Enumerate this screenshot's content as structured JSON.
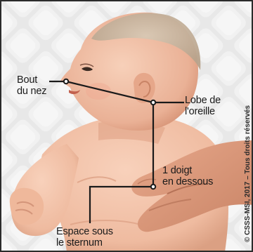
{
  "labels": {
    "nose": [
      "Bout",
      "du nez"
    ],
    "earlobe": [
      "Lobe de",
      "l'oreille"
    ],
    "finger": [
      "1 doigt",
      "en dessous"
    ],
    "sternum": [
      "Espace sous",
      "le sternum"
    ]
  },
  "copyright": "© CSSS-MSI, 2017 – Tous droits réservés",
  "colors": {
    "background": "#e9e9e9",
    "skin": "#f2c1a6",
    "skin_shadow": "#d99a7d",
    "hair": "#c9b7a2",
    "line": "#1a1a1a",
    "border": "#2b2b2b"
  }
}
